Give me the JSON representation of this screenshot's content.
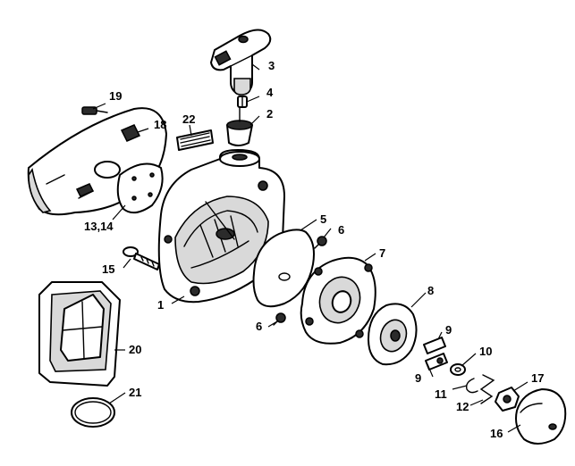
{
  "diagram": {
    "callouts": [
      {
        "id": "1",
        "label": "1"
      },
      {
        "id": "2",
        "label": "2"
      },
      {
        "id": "3",
        "label": "3"
      },
      {
        "id": "4",
        "label": "4"
      },
      {
        "id": "5",
        "label": "5"
      },
      {
        "id": "6a",
        "label": "6"
      },
      {
        "id": "6b",
        "label": "6"
      },
      {
        "id": "7",
        "label": "7"
      },
      {
        "id": "8",
        "label": "8"
      },
      {
        "id": "9a",
        "label": "9"
      },
      {
        "id": "9b",
        "label": "9"
      },
      {
        "id": "10",
        "label": "10"
      },
      {
        "id": "11",
        "label": "11"
      },
      {
        "id": "12",
        "label": "12"
      },
      {
        "id": "13_14",
        "label": "13,14"
      },
      {
        "id": "15",
        "label": "15"
      },
      {
        "id": "16",
        "label": "16"
      },
      {
        "id": "17",
        "label": "17"
      },
      {
        "id": "18",
        "label": "18"
      },
      {
        "id": "19",
        "label": "19"
      },
      {
        "id": "20",
        "label": "20"
      },
      {
        "id": "21",
        "label": "21"
      },
      {
        "id": "22",
        "label": "22"
      }
    ]
  }
}
